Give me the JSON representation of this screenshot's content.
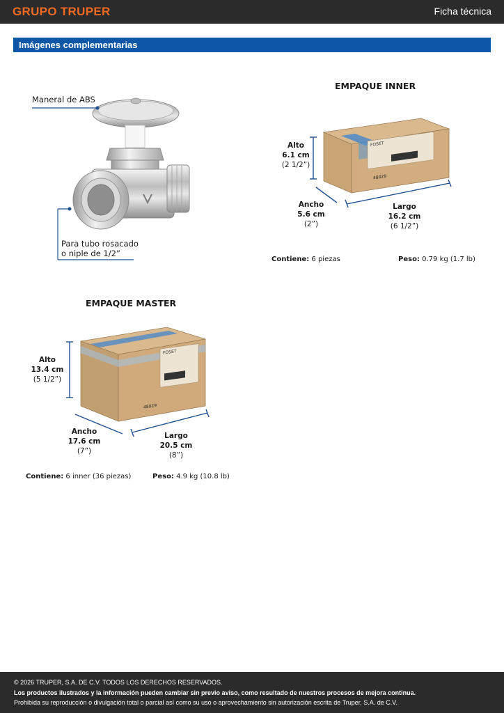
{
  "header": {
    "brand": "GRUPO TRUPER",
    "doc_type": "Ficha técnica"
  },
  "section": {
    "title": "Imágenes complementarias"
  },
  "product": {
    "callout_handle": "Maneral de ABS",
    "callout_thread_line1": "Para tubo rosacado",
    "callout_thread_line2": "o niple de 1/2”"
  },
  "inner": {
    "title": "EMPAQUE INNER",
    "box_brand": "FOSET",
    "box_code": "48029",
    "alto": {
      "label": "Alto",
      "cm": "6.1 cm",
      "in": "(2 1/2”)"
    },
    "ancho": {
      "label": "Ancho",
      "cm": "5.6 cm",
      "in": "(2”)"
    },
    "largo": {
      "label": "Largo",
      "cm": "16.2 cm",
      "in": "(6 1/2”)"
    },
    "contiene_label": "Contiene:",
    "contiene_value": "6 piezas",
    "peso_label": "Peso:",
    "peso_value": "0.79 kg (1.7 lb)"
  },
  "master": {
    "title": "EMPAQUE MASTER",
    "box_brand": "FOSET",
    "box_code": "48029",
    "alto": {
      "label": "Alto",
      "cm": "13.4 cm",
      "in": "(5 1/2”)"
    },
    "ancho": {
      "label": "Ancho",
      "cm": "17.6 cm",
      "in": "(7”)"
    },
    "largo": {
      "label": "Largo",
      "cm": "20.5 cm",
      "in": "(8”)"
    },
    "contiene_label": "Contiene:",
    "contiene_value": "6 inner (36 piezas)",
    "peso_label": "Peso:",
    "peso_value": "4.9 kg (10.8 lb)"
  },
  "footer": {
    "copyright": "© 2026 TRUPER, S.A. DE C.V. TODOS LOS DERECHOS RESERVADOS.",
    "notice": "Los productos ilustrados y la información pueden cambiar sin previo aviso, como resultado de nuestros procesos de mejora continua.",
    "legal": "Prohibida su reproducción o divulgación total o parcial así como su uso o aprovechamiento sin autorización escrita de Truper, S.A. de C.V."
  },
  "colors": {
    "brand_orange": "#f26a21",
    "section_blue": "#0d57a6",
    "dim_line": "#1f4f8f",
    "dark_bar": "#2b2b2b"
  }
}
